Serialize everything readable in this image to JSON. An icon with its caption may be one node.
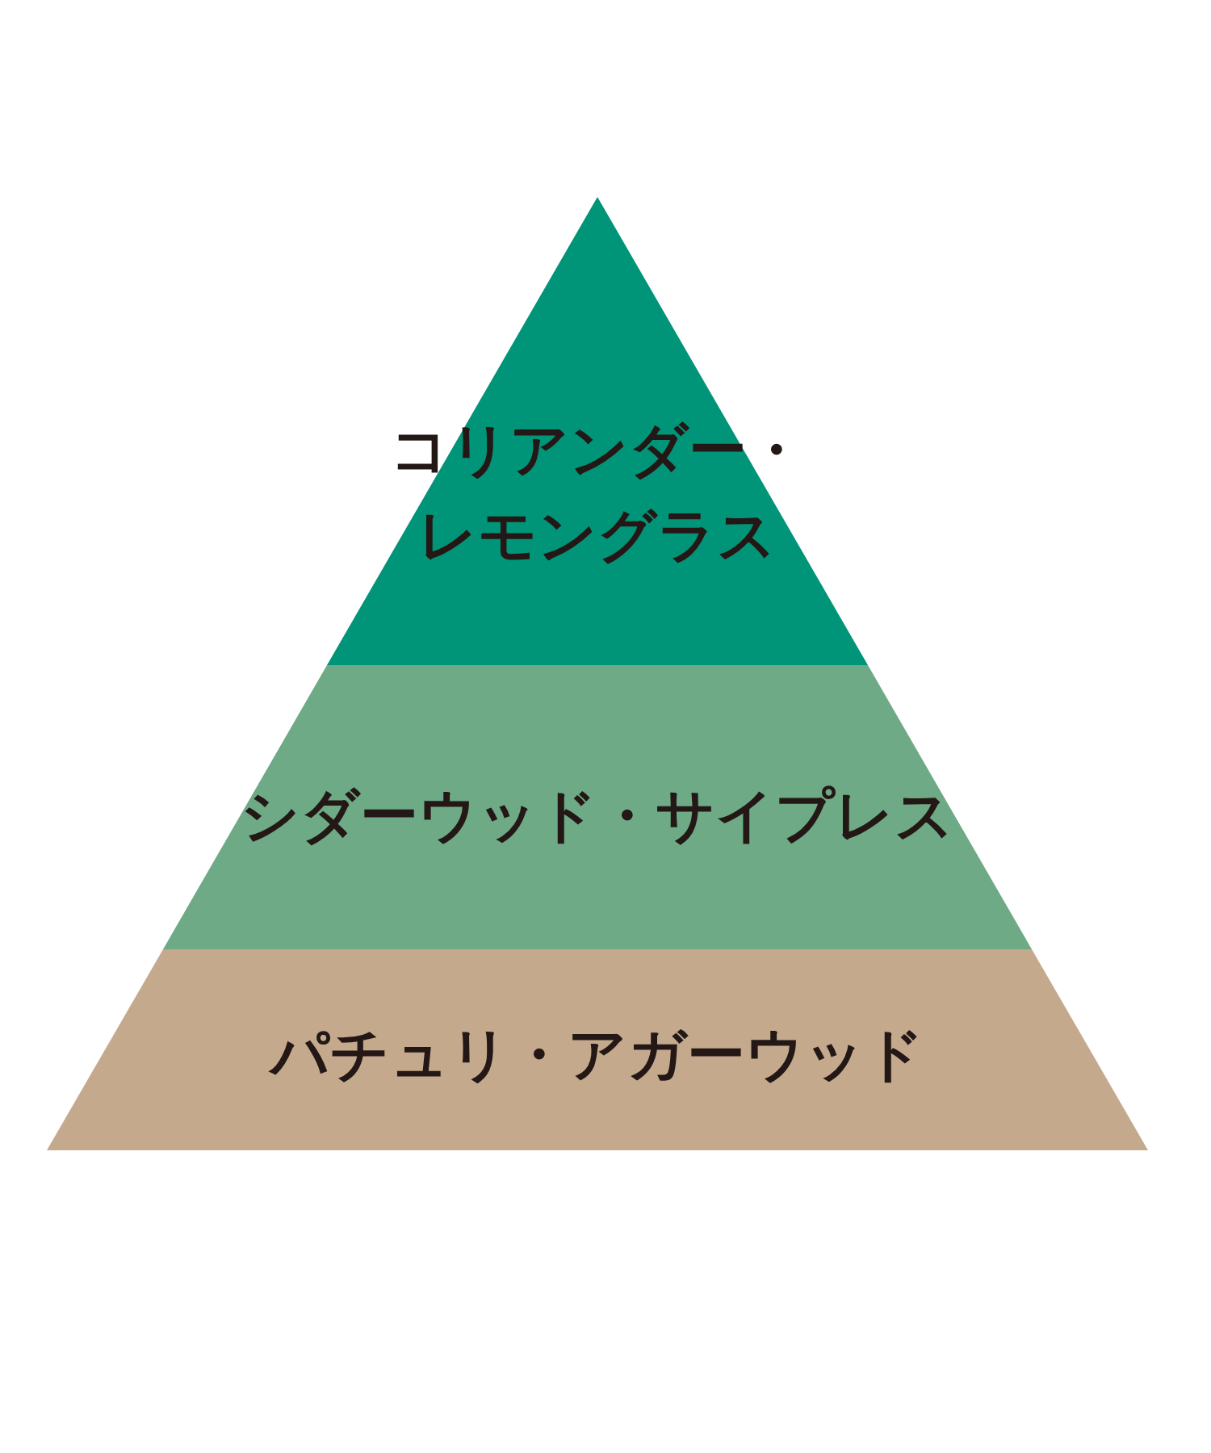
{
  "diagram": {
    "nodes": [
      {
        "text": [
          "コリアンダー・レモングラス"
        ]
      },
      {
        "text": [
          "シダーウッド・サイプレス"
        ]
      },
      {
        "text": [
          "パチュリ・アガーウッド"
        ]
      }
    ]
  }
}
